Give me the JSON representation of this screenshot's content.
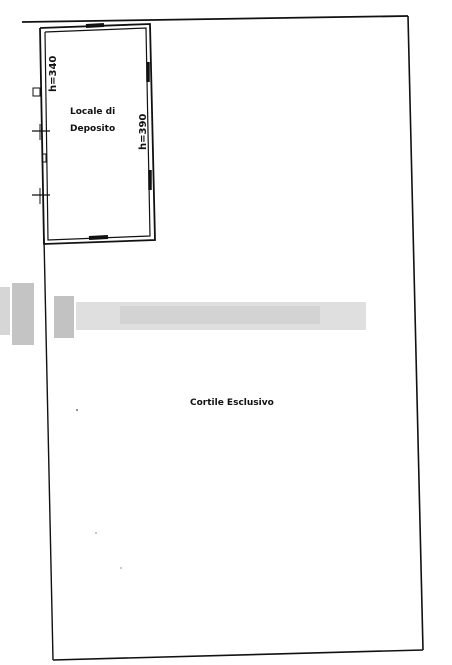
{
  "plan": {
    "rooms": [
      {
        "label_line1": "Locale di",
        "label_line2": "Deposito",
        "height_left": "h=340",
        "height_right": "h=390"
      }
    ],
    "area": {
      "label": "Cortile Esclusivo"
    },
    "redacted_text": true,
    "colors": {
      "line": "#111111",
      "background": "#ffffff",
      "redaction": "#c9c9c9"
    }
  }
}
